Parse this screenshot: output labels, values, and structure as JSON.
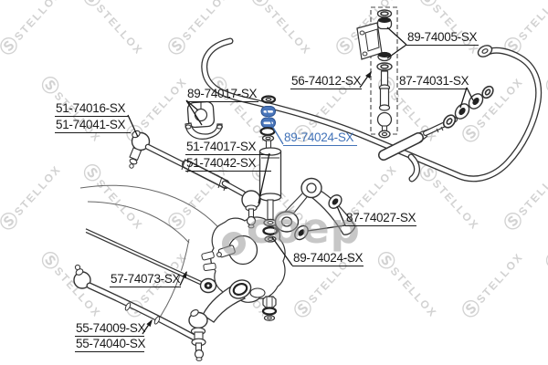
{
  "diagram_title": "Stellox front suspension and steering parts diagram",
  "watermark": {
    "brand": "STELLOX",
    "brand_symbol": "Ⓢ",
    "center_logo_text": "сбер"
  },
  "colors": {
    "highlight_blue": "#4273b8",
    "part_blue_fill": "#4a76bb",
    "part_blue_stroke": "#2d5492",
    "line": "#333333",
    "label_text": "#1a1a1a",
    "watermark_gray": "#d2d2d2",
    "center_watermark_gray": "#9a9a9a"
  },
  "labels": [
    {
      "id": "label-89-74005",
      "text": "89-74005-SX",
      "highlighted": false
    },
    {
      "id": "label-56-74012",
      "text": "56-74012-SX",
      "highlighted": false
    },
    {
      "id": "label-87-74031",
      "text": "87-74031-SX",
      "highlighted": false
    },
    {
      "id": "label-89-74017",
      "text": "89-74017-SX",
      "highlighted": false
    },
    {
      "id": "label-51-74016",
      "text": "51-74016-SX",
      "highlighted": false
    },
    {
      "id": "label-51-74041",
      "text": "51-74041-SX",
      "highlighted": false
    },
    {
      "id": "label-51-74017",
      "text": "51-74017-SX",
      "highlighted": false
    },
    {
      "id": "label-51-74042",
      "text": "51-74042-SX",
      "highlighted": false
    },
    {
      "id": "label-89-74024-top",
      "text": "89-74024-SX",
      "highlighted": true
    },
    {
      "id": "label-87-74027",
      "text": "87-74027-SX",
      "highlighted": false
    },
    {
      "id": "label-89-74024-bottom",
      "text": "89-74024-SX",
      "highlighted": false
    },
    {
      "id": "label-57-74073",
      "text": "57-74073-SX",
      "highlighted": false
    },
    {
      "id": "label-55-74009",
      "text": "55-74009-SX",
      "highlighted": false
    },
    {
      "id": "label-55-74040",
      "text": "55-74040-SX",
      "highlighted": false
    }
  ]
}
